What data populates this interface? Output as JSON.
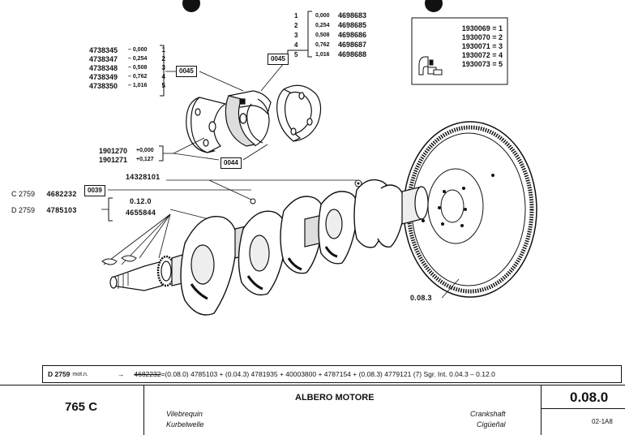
{
  "top_right_kit": [
    {
      "n": "1",
      "size": "0,000",
      "code": "4698683"
    },
    {
      "n": "2",
      "size": "0,254",
      "code": "4698685"
    },
    {
      "n": "3",
      "size": "0,508",
      "code": "4698686"
    },
    {
      "n": "4",
      "size": "0,762",
      "code": "4698687"
    },
    {
      "n": "5",
      "size": "1,016",
      "code": "4698688"
    }
  ],
  "left_kit": [
    {
      "code": "4738345",
      "size": "– 0,000",
      "n": "1"
    },
    {
      "code": "4738347",
      "size": "– 0,254",
      "n": "2"
    },
    {
      "code": "4738348",
      "size": "– 0,508",
      "n": "3"
    },
    {
      "code": "4738349",
      "size": "– 0,762",
      "n": "4"
    },
    {
      "code": "4738350",
      "size": "– 1,016",
      "n": "5"
    }
  ],
  "box_kit": [
    "1930069 = 1",
    "1930070 = 2",
    "1930071 = 3",
    "1930072 = 4",
    "1930073 = 5"
  ],
  "refs": {
    "r0045a": "0045",
    "r0045b": "0045",
    "r0044": "0044",
    "r0039": "0039",
    "r0083": "0.08.3"
  },
  "thrust": [
    {
      "code": "1901270",
      "size": "+0,000"
    },
    {
      "code": "1901271",
      "size": "+0,127"
    }
  ],
  "part_14328101": "14328101",
  "c2759": {
    "prefix": "C 2759",
    "code": "4682232"
  },
  "d2759": {
    "prefix": "D 2759",
    "code": "4785103"
  },
  "key_group": {
    "ref": "0.12.0",
    "code": "4655844"
  },
  "footer": {
    "model": "D 2759",
    "model_suffix": "mot.n.",
    "arrow": "→",
    "text_struck": "4682232",
    "text_rest": "=(0.08.0) 4785103 + (0.04.3) 4781935 + 40003800 + 4787154 + (0.08.3) 4779121 (7) Sgr. Int. 0.04.3 – 0.12.0"
  },
  "title_block": {
    "engine": "765 C",
    "title": "ALBERO MOTORE",
    "fr": "Vilebrequin",
    "de": "Kurbelwelle",
    "en": "Crankshaft",
    "es": "Cigüeñal",
    "group": "0.08.0",
    "date": "02-1A8"
  }
}
